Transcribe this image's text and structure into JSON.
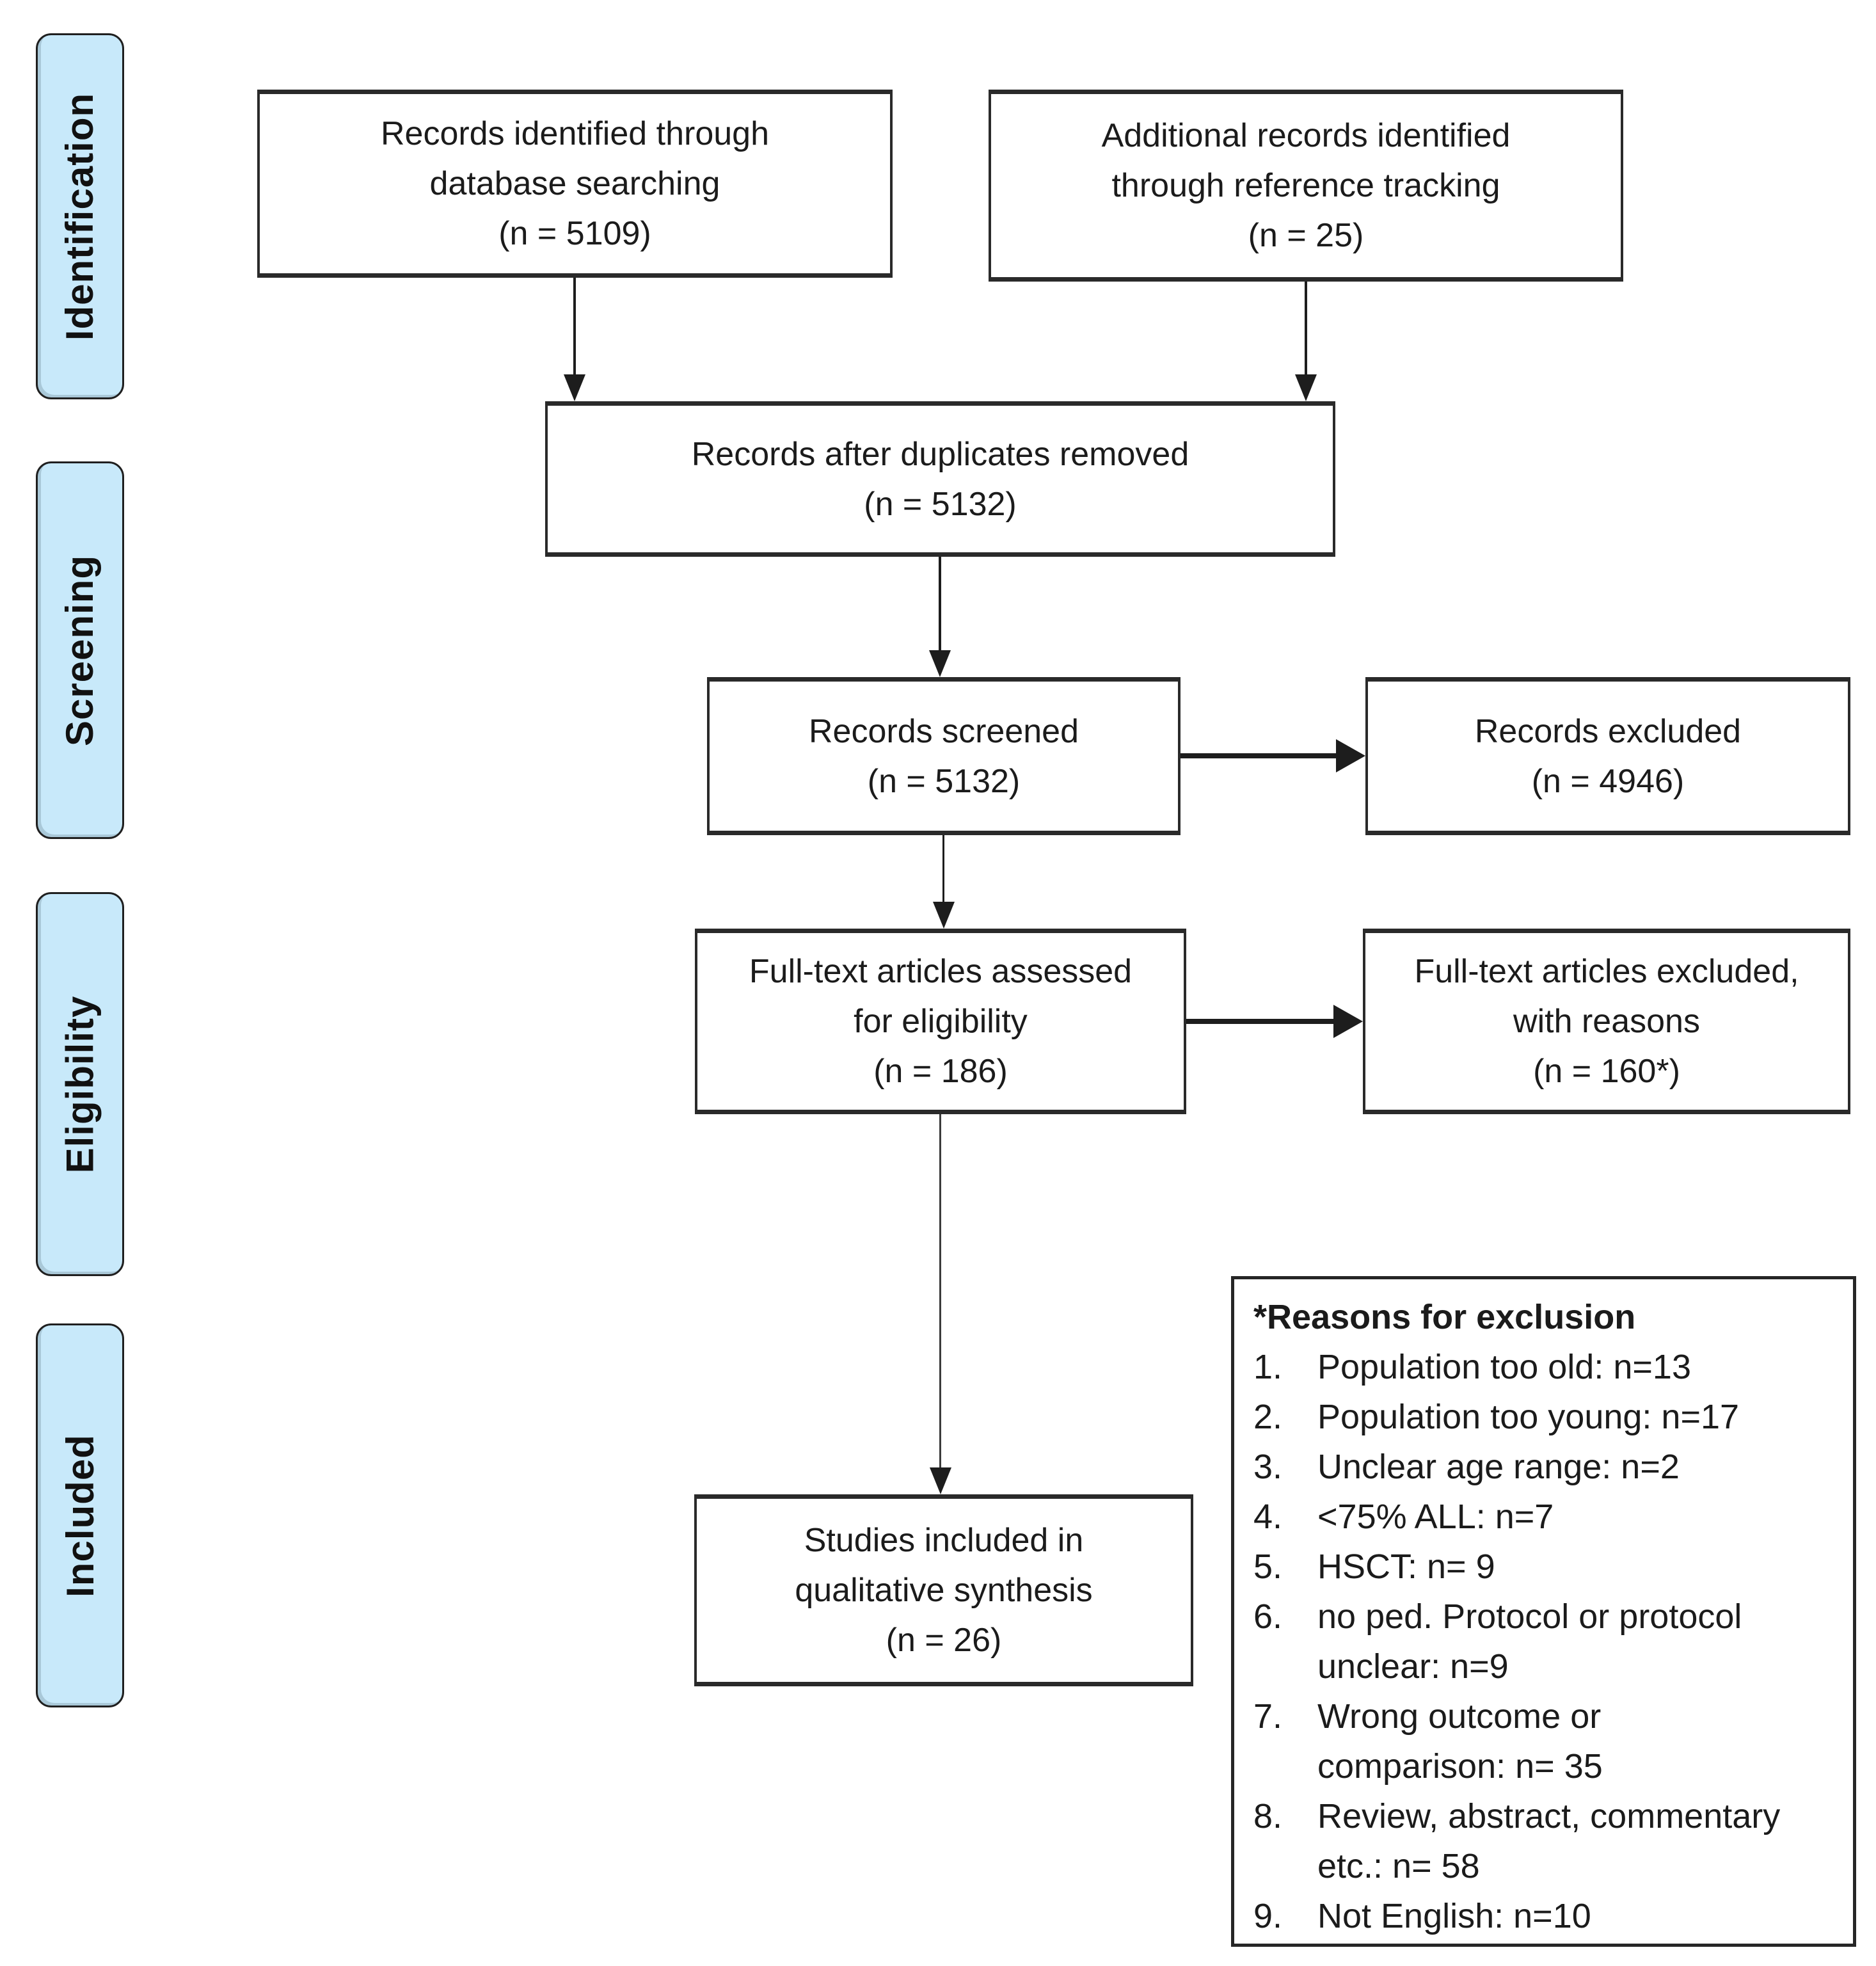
{
  "palette": {
    "sidebar_fill": "#c8e9fa",
    "box_border": "#2a2a2a",
    "arrow": "#1d1d1d",
    "text": "#1b1b1b"
  },
  "sidebar": {
    "identification": "Identification",
    "screening": "Screening",
    "eligibility": "Eligibility",
    "included": "Included"
  },
  "boxes": {
    "identified": "Records identified through\ndatabase searching\n(n = 5109)",
    "additional": "Additional records identified\nthrough reference tracking\n(n = 25)",
    "duplicates": "Records after duplicates removed\n(n = 5132)",
    "screened": "Records screened\n(n = 5132)",
    "records_excluded": "Records excluded\n(n = 4946)",
    "fulltext_assessed": "Full-text articles assessed\nfor eligibility\n(n = 186)",
    "fulltext_excluded": "Full-text articles excluded,\nwith reasons\n(n = 160*)",
    "studies_included": "Studies included in\nqualitative synthesis\n(n = 26)"
  },
  "reasons": {
    "title": "*Reasons for exclusion",
    "items": [
      {
        "num": "1.",
        "text": "Population too old: n=13"
      },
      {
        "num": "2.",
        "text": "Population too young: n=17"
      },
      {
        "num": "3.",
        "text": "Unclear age range: n=2"
      },
      {
        "num": "4.",
        "text": "<75% ALL: n=7"
      },
      {
        "num": "5.",
        "text": "HSCT: n= 9"
      },
      {
        "num": "6.",
        "text": "no ped. Protocol or protocol\nunclear: n=9"
      },
      {
        "num": "7.",
        "text": "Wrong outcome or\ncomparison: n= 35"
      },
      {
        "num": "8.",
        "text": "Review, abstract, commentary\netc.: n= 58"
      },
      {
        "num": "9.",
        "text": "Not English: n=10"
      }
    ]
  }
}
